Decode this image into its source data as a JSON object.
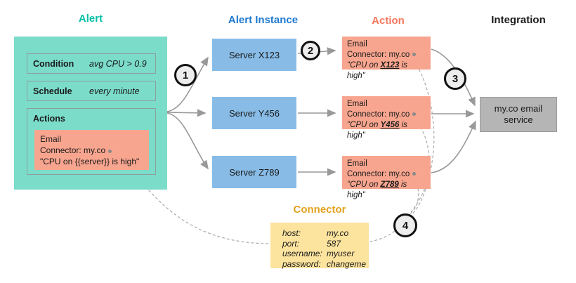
{
  "titles": {
    "alert": "Alert",
    "alert_instance": "Alert Instance",
    "action": "Action",
    "integration": "Integration",
    "connector": "Connector"
  },
  "steps": {
    "s1": "1",
    "s2": "2",
    "s3": "3",
    "s4": "4"
  },
  "alert": {
    "condition_label": "Condition",
    "condition_value": "avg CPU > 0.9",
    "schedule_label": "Schedule",
    "schedule_value": "every minute",
    "actions_label": "Actions",
    "email_action": {
      "type": "Email",
      "connector": "Connector: my.co",
      "message": "\"CPU on {{server}} is high\""
    }
  },
  "instances": [
    {
      "label": "Server X123",
      "action": {
        "type": "Email",
        "connector": "Connector: my.co",
        "quote_prefix": "\"CPU on ",
        "server": "X123",
        "quote_suffix": " is high\""
      }
    },
    {
      "label": "Server Y456",
      "action": {
        "type": "Email",
        "connector": "Connector: my.co",
        "quote_prefix": "\"CPU on ",
        "server": "Y456",
        "quote_suffix": " is high\""
      }
    },
    {
      "label": "Server Z789",
      "action": {
        "type": "Email",
        "connector": "Connector: my.co",
        "quote_prefix": "\"CPU on ",
        "server": "Z789",
        "quote_suffix": " is high\""
      }
    }
  ],
  "integration": {
    "label": "my.co email service"
  },
  "connector": {
    "rows": [
      {
        "label": "host:",
        "value": "my.co"
      },
      {
        "label": "port:",
        "value": "587"
      },
      {
        "label": "username:",
        "value": "myuser"
      },
      {
        "label": "password:",
        "value": "changeme"
      }
    ]
  },
  "colors": {
    "alert_fill": "#7bdcca",
    "alert_title": "#00bfa5",
    "instance_fill": "#88bce7",
    "instance_title": "#1d79d0",
    "action_fill": "#f8a58f",
    "action_title": "#f4775c",
    "integration_fill": "#b5b5b5",
    "connector_fill": "#fce39e",
    "connector_title": "#e3a220",
    "line": "#999999",
    "dashed_line": "#a9a9a9"
  }
}
